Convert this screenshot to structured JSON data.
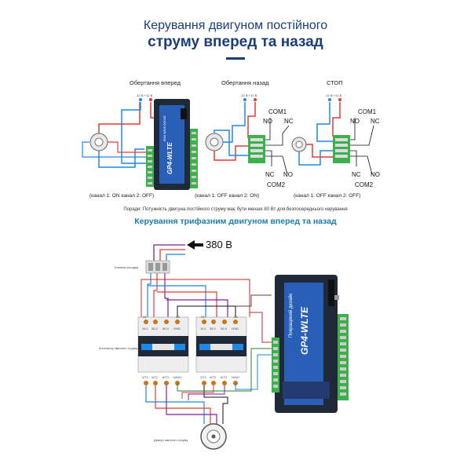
{
  "title": {
    "line1": "Керування двигуном постійного",
    "line2": "струму вперед та назад"
  },
  "panels": [
    {
      "caption": "Обертання вперед",
      "channels": "(канал 1: ON канал 2: OFF)"
    },
    {
      "caption": "Обертання назад",
      "channels": "(канал 1: OFF   канал 2: ON)"
    },
    {
      "caption": "СТОП",
      "channels": "(канал 1: OFF   канал 2: OFF)"
    }
  ],
  "voltage": {
    "plus": "-12 В +12 В"
  },
  "terminals": {
    "com1": "COM1",
    "com2": "COM2",
    "no": "NO",
    "nc": "NC"
  },
  "module": {
    "brand": "GP4-WLTE",
    "side_text": "ROM WAVE DODGE"
  },
  "hint": "Поради: Потужність двигуна постійного струму має бути менше 80 Вт для безпосереднього керування",
  "subtitle": "Керування трифазним двигуном вперед та назад",
  "three_phase": {
    "voltage_label": "380 В",
    "terminal_label": "Клемна колодка",
    "contactor_label": "Контактор змінного струму",
    "motor_label": "Двигун змінного струму",
    "module_side": "Покращений дизайн",
    "module_brand": "GP4-WLTE",
    "contactor_top": [
      "A1",
      "A2",
      "1/L1",
      "3/L2",
      "5/L3",
      "GND"
    ],
    "contactor_bottom": [
      "2/T1",
      "4/T2",
      "6/T3",
      "N/NO"
    ]
  },
  "colors": {
    "accent": "#1a3d7c",
    "subtitle": "#1a7fa8",
    "module_blue": "#2a5fb8",
    "terminal_green": "#3cb04a"
  }
}
